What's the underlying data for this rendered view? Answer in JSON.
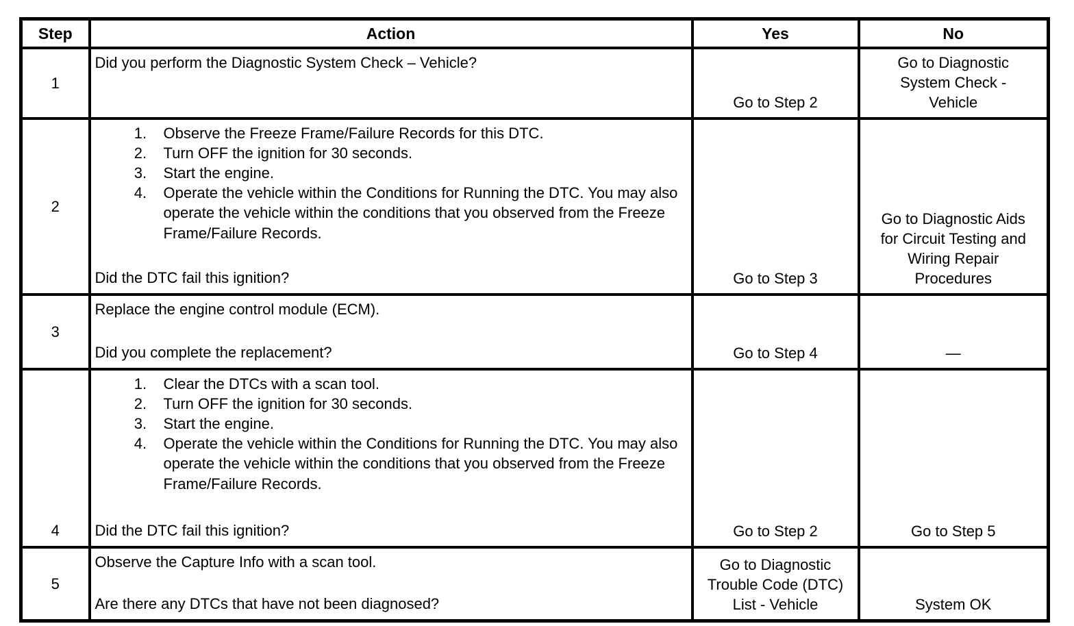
{
  "colors": {
    "border": "#000000",
    "text": "#000000",
    "background": "#ffffff"
  },
  "table": {
    "headers": {
      "step": "Step",
      "action": "Action",
      "yes": "Yes",
      "no": "No"
    },
    "rows": [
      {
        "step": "1",
        "action": {
          "intro": "Did you perform the Diagnostic System Check – Vehicle?",
          "question": ""
        },
        "yes": "Go to Step 2",
        "no": "Go to Diagnostic\nSystem Check -\nVehicle"
      },
      {
        "step": "2",
        "action": {
          "intro": "",
          "steps": [
            "Observe the Freeze Frame/Failure Records for this DTC.",
            "Turn OFF the ignition for 30 seconds.",
            "Start the engine.",
            "Operate the vehicle within the Conditions for Running the DTC. You may also operate the vehicle within the conditions that you observed from the Freeze Frame/Failure Records."
          ],
          "question": "Did the DTC fail this ignition?"
        },
        "yes": "Go to Step 3",
        "no": "Go to Diagnostic Aids\nfor Circuit Testing and\nWiring Repair\nProcedures"
      },
      {
        "step": "3",
        "action": {
          "intro": "Replace the engine control module (ECM).",
          "question": "Did you complete the replacement?"
        },
        "yes": "Go to Step 4",
        "no": "—"
      },
      {
        "step": "4",
        "action": {
          "intro": "",
          "steps": [
            "Clear the DTCs with a scan tool.",
            "Turn OFF the ignition for 30 seconds.",
            "Start the engine.",
            "Operate the vehicle within the Conditions for Running the DTC. You may also operate the vehicle within the conditions that you observed from the Freeze Frame/Failure Records."
          ],
          "question": "Did the DTC fail this ignition?"
        },
        "yes": "Go to Step 2",
        "no": "Go to Step 5"
      },
      {
        "step": "5",
        "action": {
          "intro": "Observe the Capture Info with a scan tool.",
          "question": "Are there any DTCs that have not been diagnosed?"
        },
        "yes": "Go to Diagnostic\nTrouble Code (DTC)\nList - Vehicle",
        "no": "System OK"
      }
    ]
  }
}
